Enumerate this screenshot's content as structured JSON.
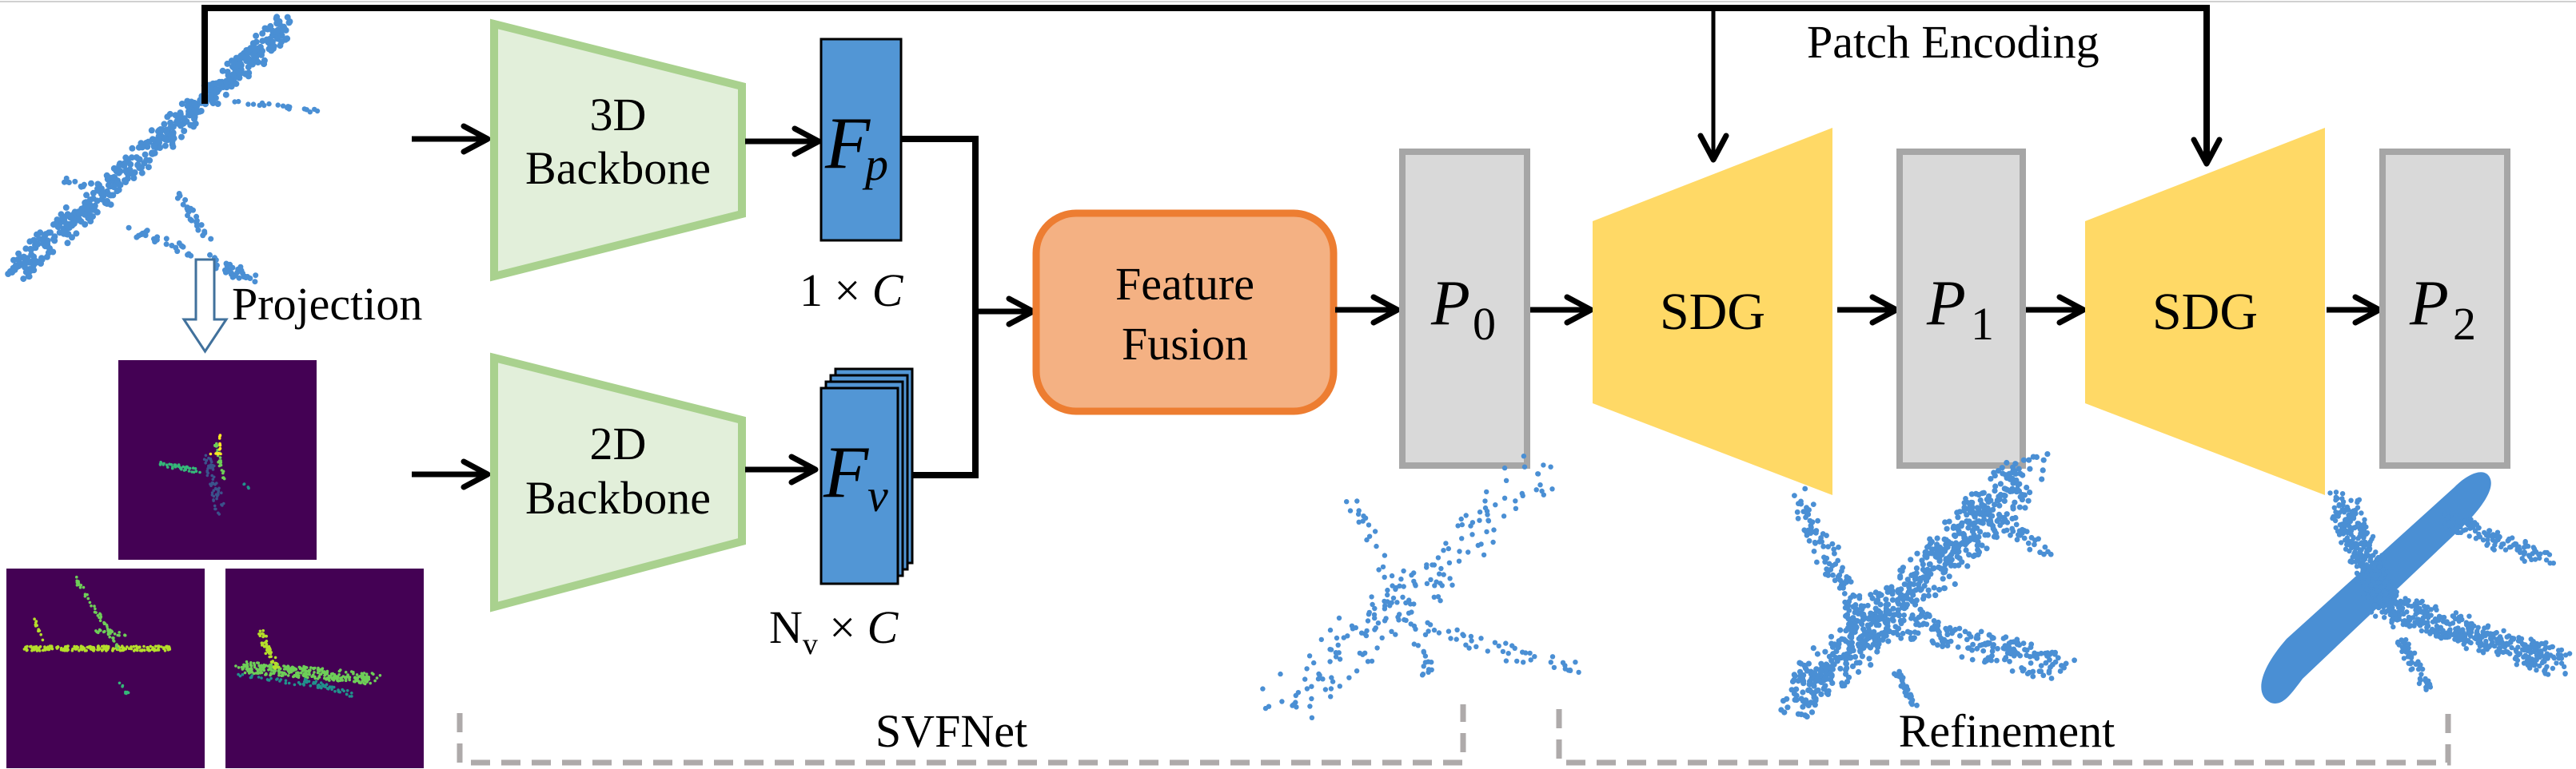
{
  "title": "SVFNet point cloud completion pipeline",
  "colors": {
    "backbone_fill": "#e2efda",
    "backbone_stroke": "#a9d18e",
    "feature_fill": "#5296d5",
    "feature_stroke": "#000000",
    "fusion_fill": "#f4b183",
    "fusion_stroke": "#ed7d31",
    "pc_fill": "#d9d9d9",
    "pc_stroke": "#a6a6a6",
    "sdg_fill": "#ffd966",
    "bracket": "#aeaaaa",
    "point_blue": "#4a8fd4",
    "viridis_bg": "#440154",
    "arrow": "#000000",
    "projection_arrow": "#41719c"
  },
  "input": {
    "projection_label": "Projection"
  },
  "backbones": {
    "backbone_3d": {
      "line1": "3D",
      "line2": "Backbone"
    },
    "backbone_2d": {
      "line1": "2D",
      "line2": "Backbone"
    }
  },
  "features": {
    "fp": {
      "symbol": "F",
      "subscript": "p",
      "dims_pre": "1 × ",
      "dims_var": "C"
    },
    "fv": {
      "symbol": "F",
      "subscript": "v",
      "dims_n": "N",
      "dims_n_sub": "v",
      "dims_mid": " × ",
      "dims_var": "C"
    }
  },
  "fusion": {
    "line1": "Feature",
    "line2": "Fusion"
  },
  "point_clouds": [
    {
      "symbol": "P",
      "subscript": "0"
    },
    {
      "symbol": "P",
      "subscript": "1"
    },
    {
      "symbol": "P",
      "subscript": "2"
    }
  ],
  "sdg_blocks": [
    {
      "label": "SDG"
    },
    {
      "label": "SDG"
    }
  ],
  "patch_encoding_label": "Patch Encoding",
  "groups": {
    "svfnet": "SVFNet",
    "refinement": "Refinement"
  }
}
